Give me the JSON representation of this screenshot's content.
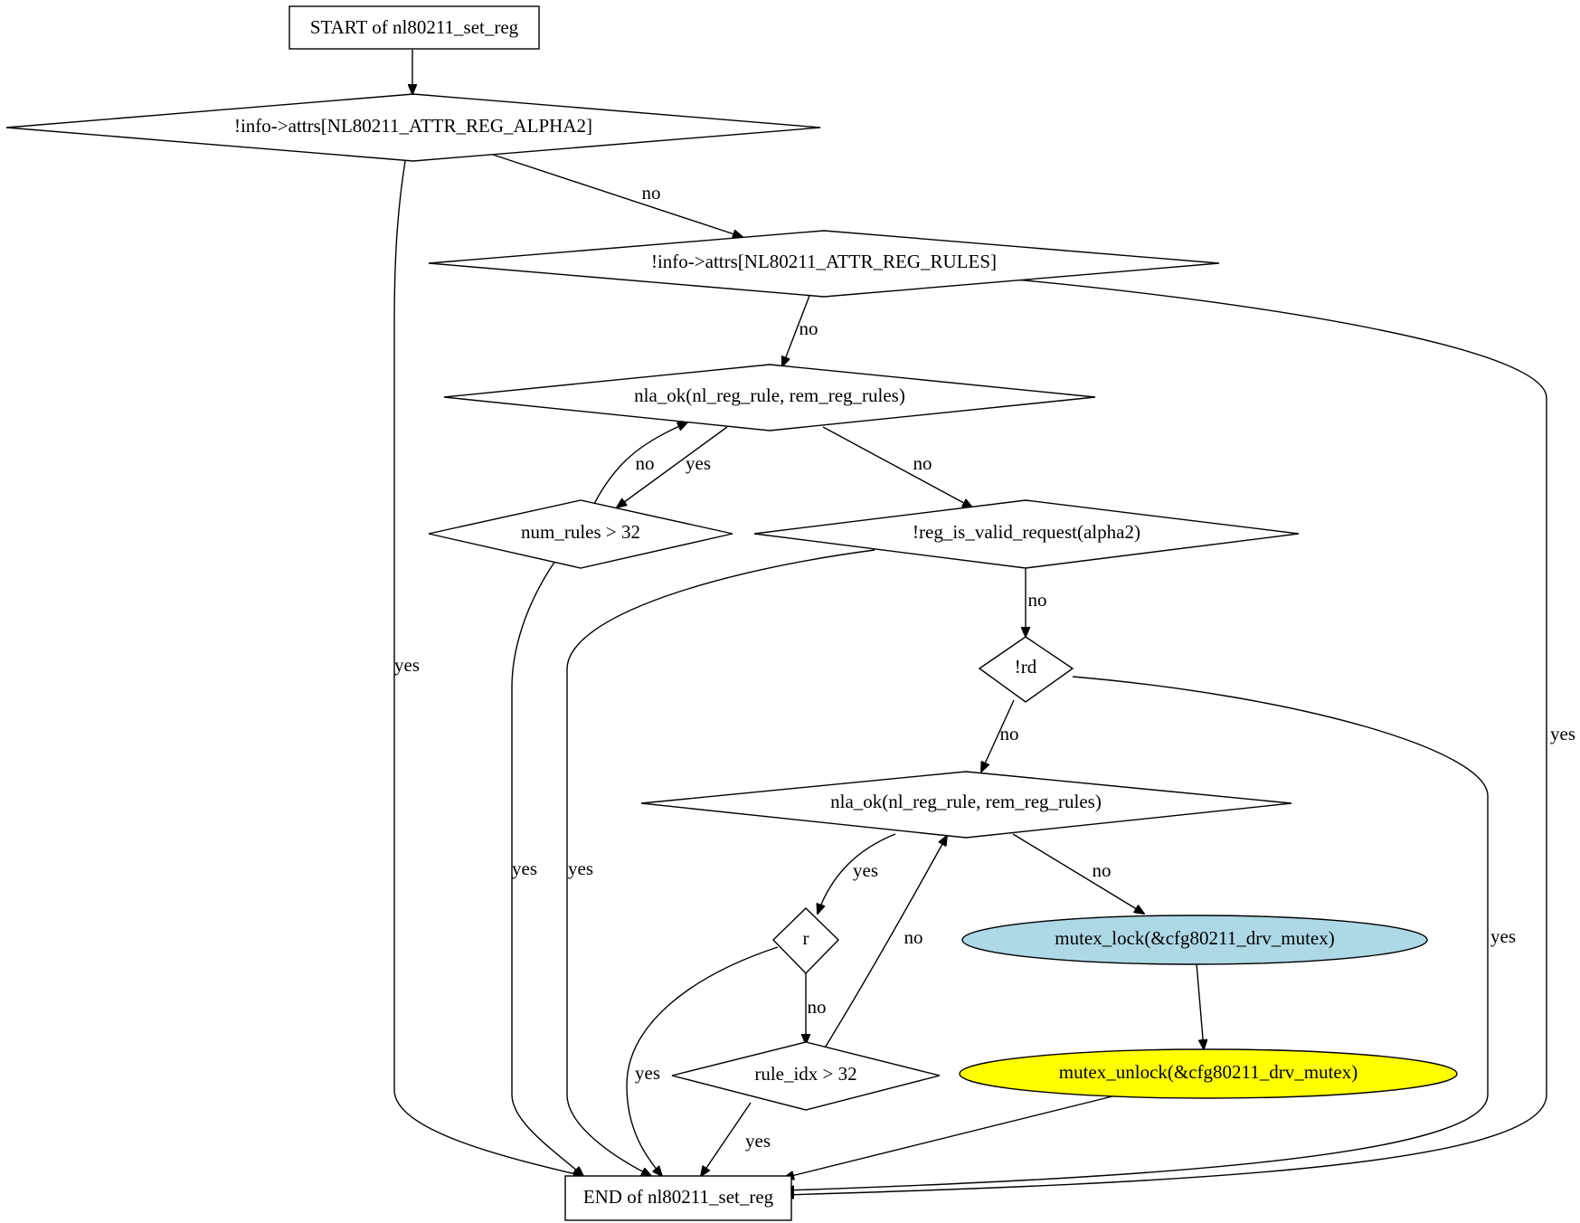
{
  "nodes": {
    "start": {
      "label": "START of nl80211_set_reg"
    },
    "check_alpha2": {
      "label": "!info->attrs[NL80211_ATTR_REG_ALPHA2]"
    },
    "check_rules": {
      "label": "!info->attrs[NL80211_ATTR_REG_RULES]"
    },
    "nla_ok_1": {
      "label": "nla_ok(nl_reg_rule, rem_reg_rules)"
    },
    "num_rules": {
      "label": "num_rules > 32"
    },
    "valid_request": {
      "label": "!reg_is_valid_request(alpha2)"
    },
    "not_rd": {
      "label": "!rd"
    },
    "nla_ok_2": {
      "label": "nla_ok(nl_reg_rule, rem_reg_rules)"
    },
    "r": {
      "label": "r"
    },
    "rule_idx": {
      "label": "rule_idx > 32"
    },
    "mutex_lock": {
      "label": "mutex_lock(&cfg80211_drv_mutex)",
      "fill": "#add8e6"
    },
    "mutex_unlock": {
      "label": "mutex_unlock(&cfg80211_drv_mutex)",
      "fill": "#ffff00"
    },
    "end": {
      "label": "END of nl80211_set_reg"
    }
  },
  "edges": {
    "alpha2_no": "no",
    "alpha2_yes": "yes",
    "rules_no": "no",
    "rules_yes": "yes",
    "nla1_yes": "yes",
    "nla1_no": "no",
    "num_rules_no": "no",
    "num_rules_yes": "yes",
    "valid_no": "no",
    "valid_yes": "yes",
    "rd_no": "no",
    "rd_yes": "yes",
    "nla2_yes": "yes",
    "nla2_no": "no",
    "r_no": "no",
    "r_yes": "yes",
    "rule_idx_no": "no",
    "rule_idx_yes": "yes"
  }
}
